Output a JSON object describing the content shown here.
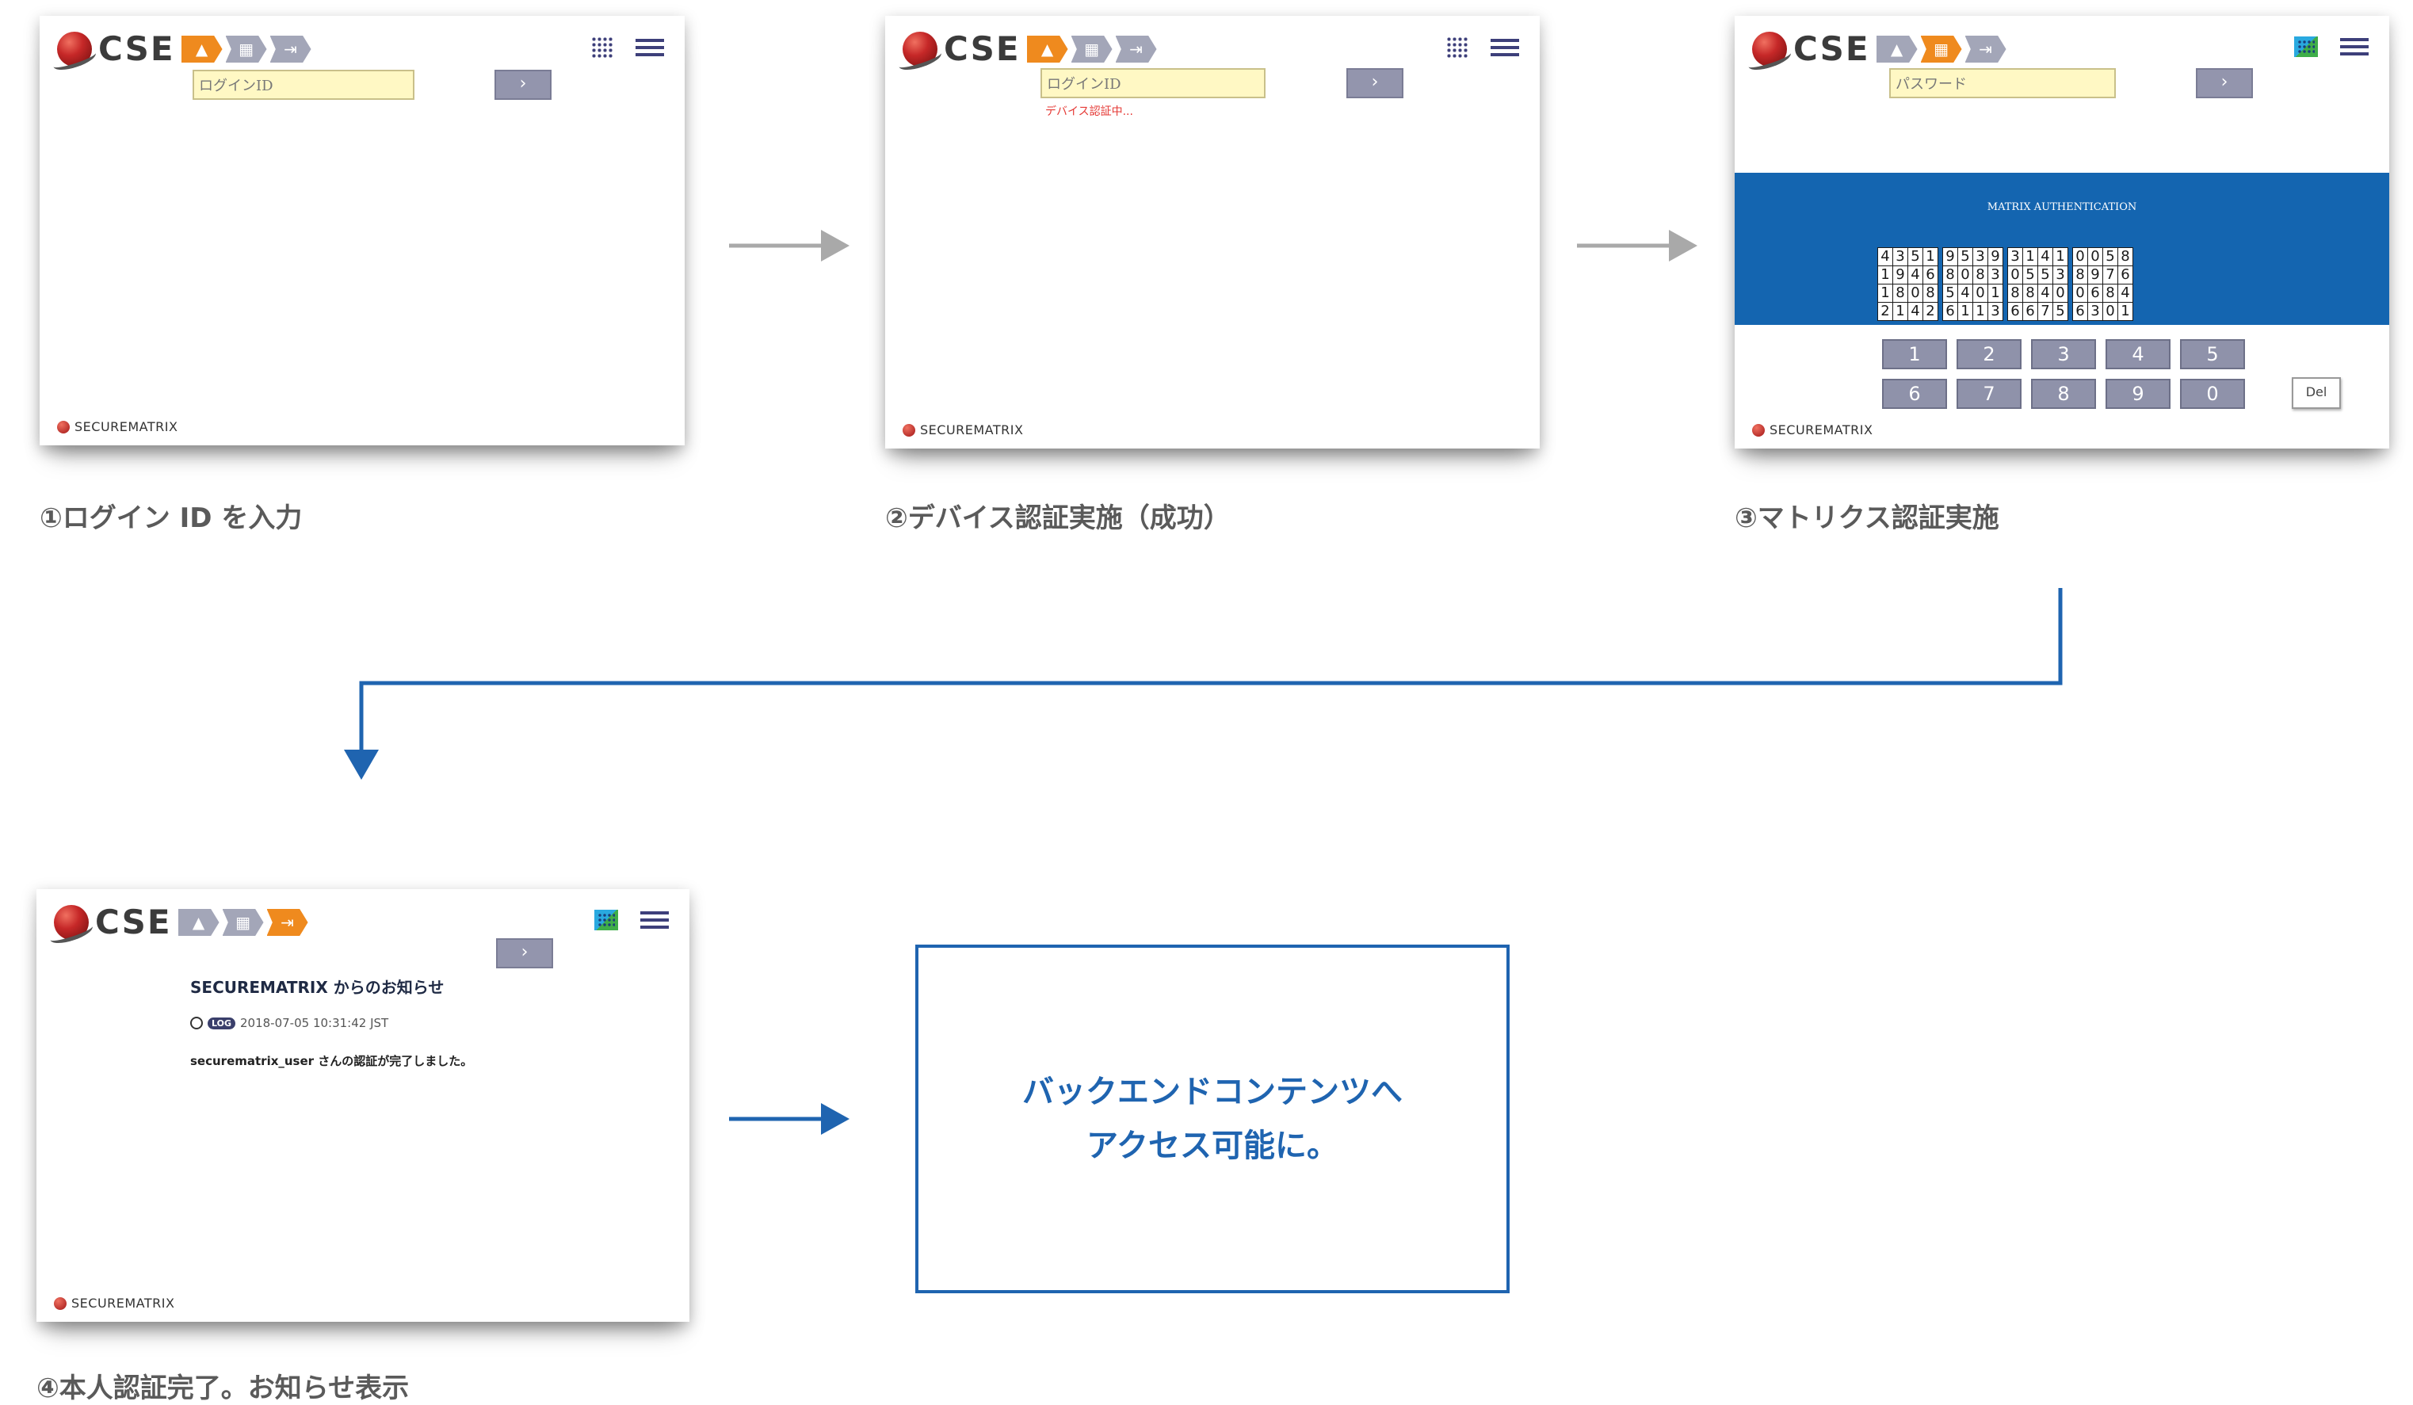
{
  "colors": {
    "accent_blue": "#1f64b0",
    "matrix_blue": "#1465b0",
    "step_orange": "#ef8a1e",
    "step_gray": "#a3a6b8",
    "arrow_gray": "#a9a9a9",
    "error_red": "#e53935",
    "input_yellow": "#fff8c4"
  },
  "app": {
    "brand": "CSE",
    "footer_brand": "SECUREMATRIX",
    "go_arrow": "›"
  },
  "panel1": {
    "field_placeholder": "ログインID",
    "caption": "①ログイン ID を入力"
  },
  "panel2": {
    "field_placeholder": "ログインID",
    "status": "デバイス認証中...",
    "caption": "②デバイス認証実施（成功）"
  },
  "panel3": {
    "field_placeholder": "パスワード",
    "matrix_title": "MATRIX AUTHENTICATION",
    "matrix": [
      [
        "4351",
        "9539",
        "3141",
        "0058"
      ],
      [
        "1946",
        "8083",
        "0553",
        "8976"
      ],
      [
        "1808",
        "5401",
        "8840",
        "0684"
      ],
      [
        "2142",
        "6113",
        "6675",
        "6301"
      ]
    ],
    "keys": [
      "1",
      "2",
      "3",
      "4",
      "5",
      "6",
      "7",
      "8",
      "9",
      "0"
    ],
    "del_label": "Del",
    "caption": "③マトリクス認証実施"
  },
  "panel4": {
    "notice_title": "SECUREMATRIX からのお知らせ",
    "log_badge": "LOG",
    "timestamp": "2018-07-05 10:31:42 JST",
    "message": "securematrix_user さんの認証が完了しました。",
    "caption": "④本人認証完了。お知らせ表示"
  },
  "destination": {
    "line1": "バックエンドコンテンツへ",
    "line2": "アクセス可能に。"
  }
}
